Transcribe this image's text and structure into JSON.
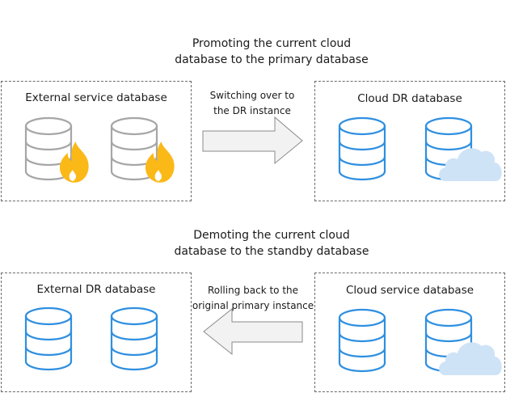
{
  "promote_section": {
    "heading_line1": "Promoting the current cloud",
    "heading_line2": "database to the primary database",
    "left_box_title": "External service database",
    "right_box_title": "Cloud DR database",
    "arrow_label_line1": "Switching over to",
    "arrow_label_line2": "the DR instance",
    "left_icons": [
      "database-icon",
      "fire-icon"
    ],
    "right_icons": [
      "database-icon",
      "cloud-icon"
    ]
  },
  "demote_section": {
    "heading_line1": "Demoting the current cloud",
    "heading_line2": "database to the standby database",
    "left_box_title": "External DR database",
    "right_box_title": "Cloud service database",
    "arrow_label_line1": "Rolling back to the",
    "arrow_label_line2": "original primary instance",
    "left_icons": [
      "database-icon"
    ],
    "right_icons": [
      "database-icon",
      "cloud-icon"
    ]
  },
  "colors": {
    "failed_database": "#a6a6a6",
    "active_database": "#2f8fe0",
    "fire_outer": "#fbb917",
    "fire_inner": "#ffffff",
    "cloud": "#cfe3f7",
    "arrow_fill": "#f2f2f2",
    "arrow_stroke": "#8a8a8a",
    "box_border": "#6a6a6a"
  }
}
